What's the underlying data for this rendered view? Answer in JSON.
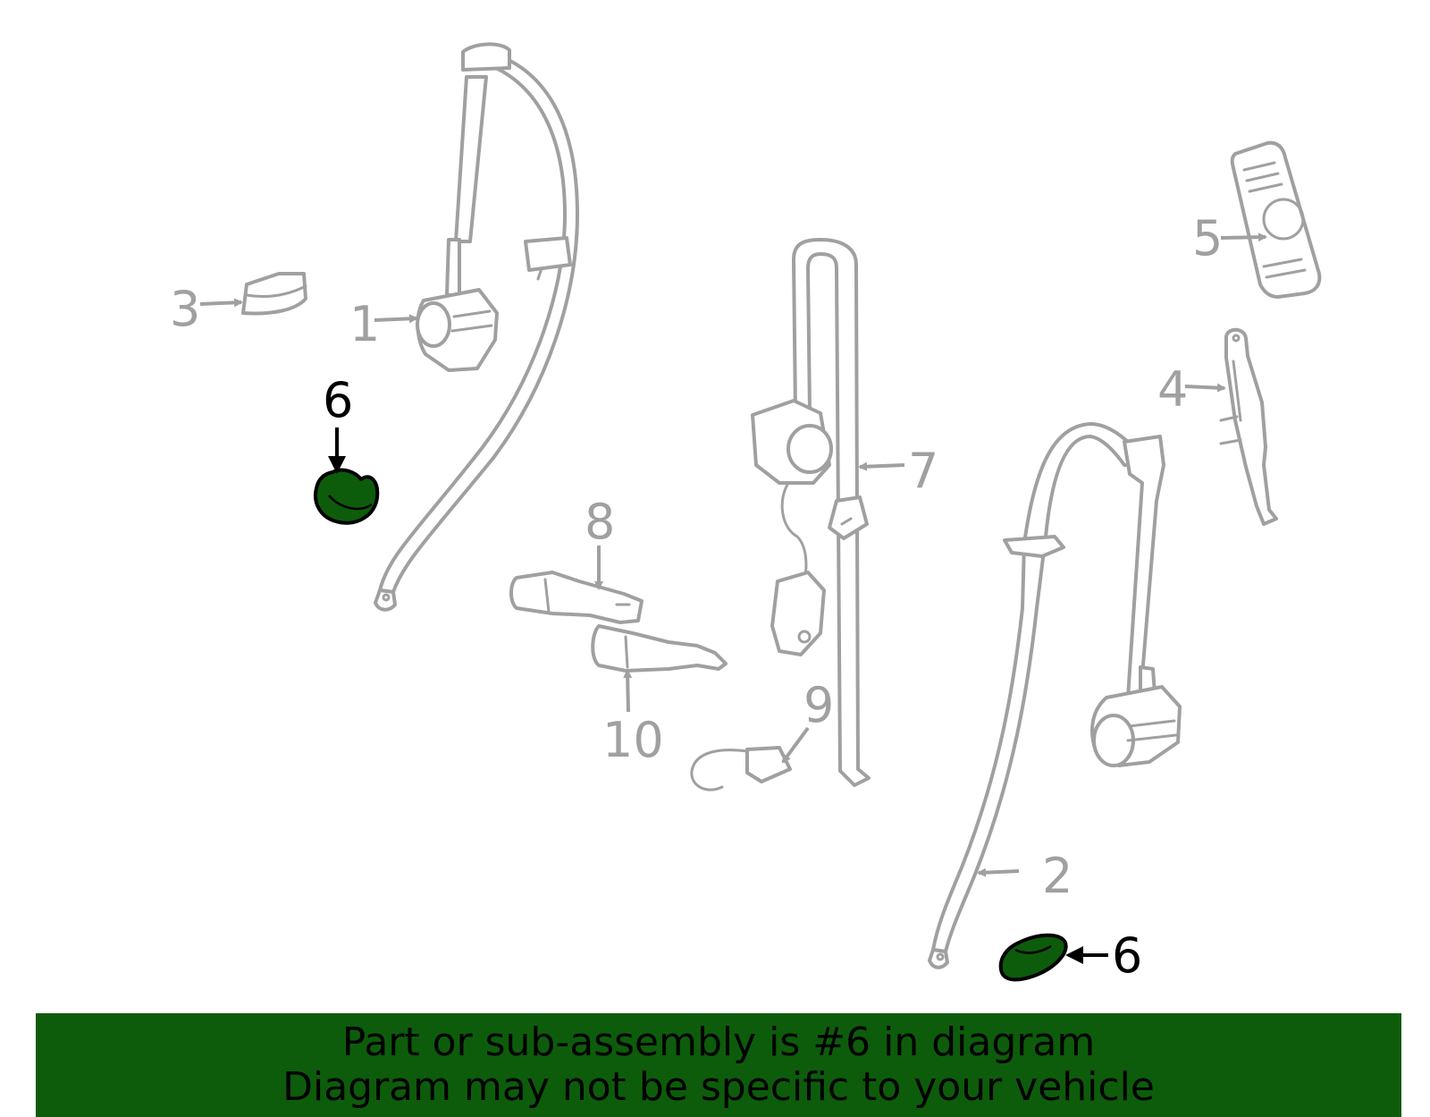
{
  "callouts": {
    "c1": "1",
    "c2": "2",
    "c3": "3",
    "c4": "4",
    "c5": "5",
    "c6a": "6",
    "c6b": "6",
    "c7": "7",
    "c8": "8",
    "c9": "9",
    "c10": "10"
  },
  "highlighted_part": "6",
  "colors": {
    "highlight": "#0d5c0b",
    "part_outline": "#a0a0a0",
    "banner": "#0d5c0b"
  },
  "banner": {
    "line1": "Part or sub-assembly is #6 in diagram",
    "line2": "Diagram may not be specific to your vehicle"
  }
}
